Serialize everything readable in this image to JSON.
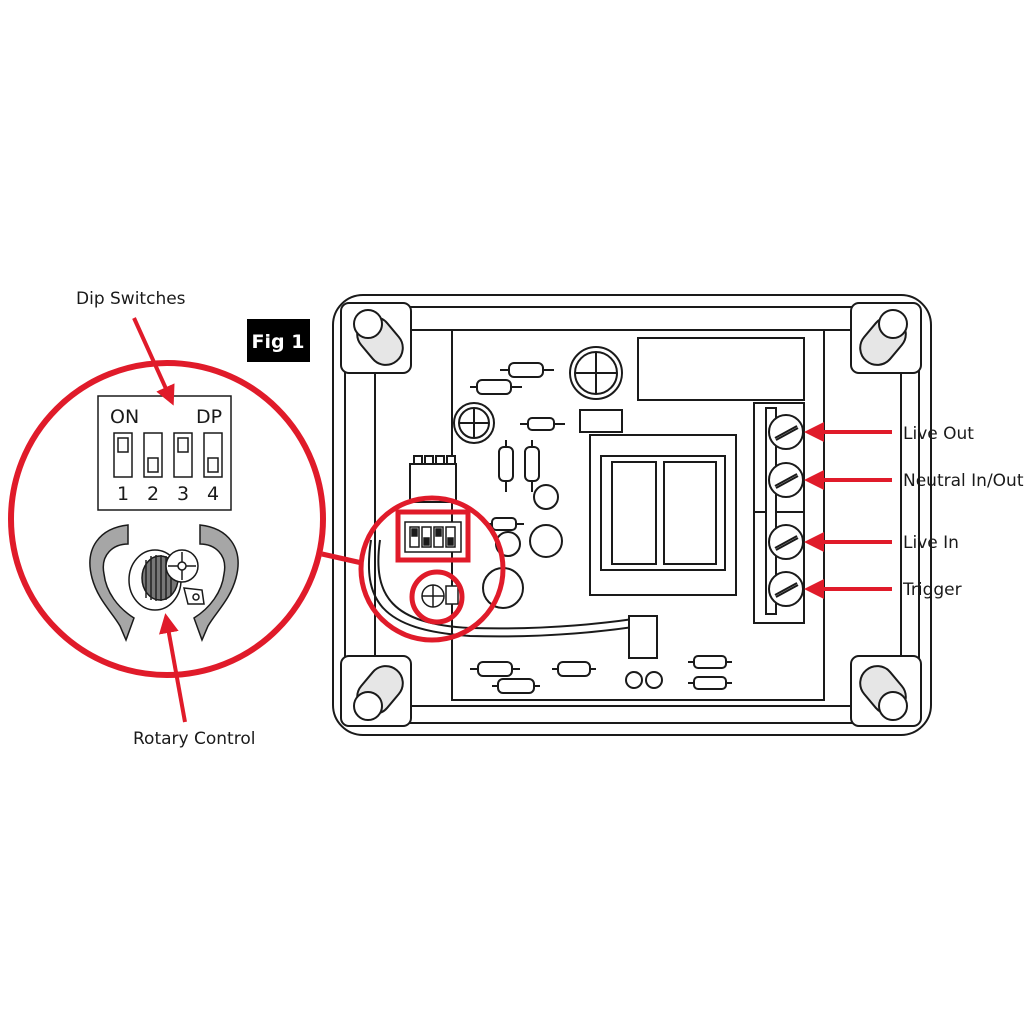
{
  "figure": {
    "badge": "Fig 1"
  },
  "callouts": {
    "dip_switches": "Dip Switches",
    "rotary_control": "Rotary Control"
  },
  "dip_panel": {
    "on_label": "ON",
    "dp_label": "DP",
    "switch_numbers": [
      "1",
      "2",
      "3",
      "4"
    ],
    "switch_positions": [
      "up",
      "down",
      "up",
      "down"
    ]
  },
  "terminals": [
    {
      "label": "Live Out"
    },
    {
      "label": "Neutral In/Out"
    },
    {
      "label": "Live In"
    },
    {
      "label": "Trigger"
    }
  ],
  "colors": {
    "accent": "#e01b2a",
    "line": "#1a1a1a",
    "arrow_grey": "#a6a6a6"
  }
}
